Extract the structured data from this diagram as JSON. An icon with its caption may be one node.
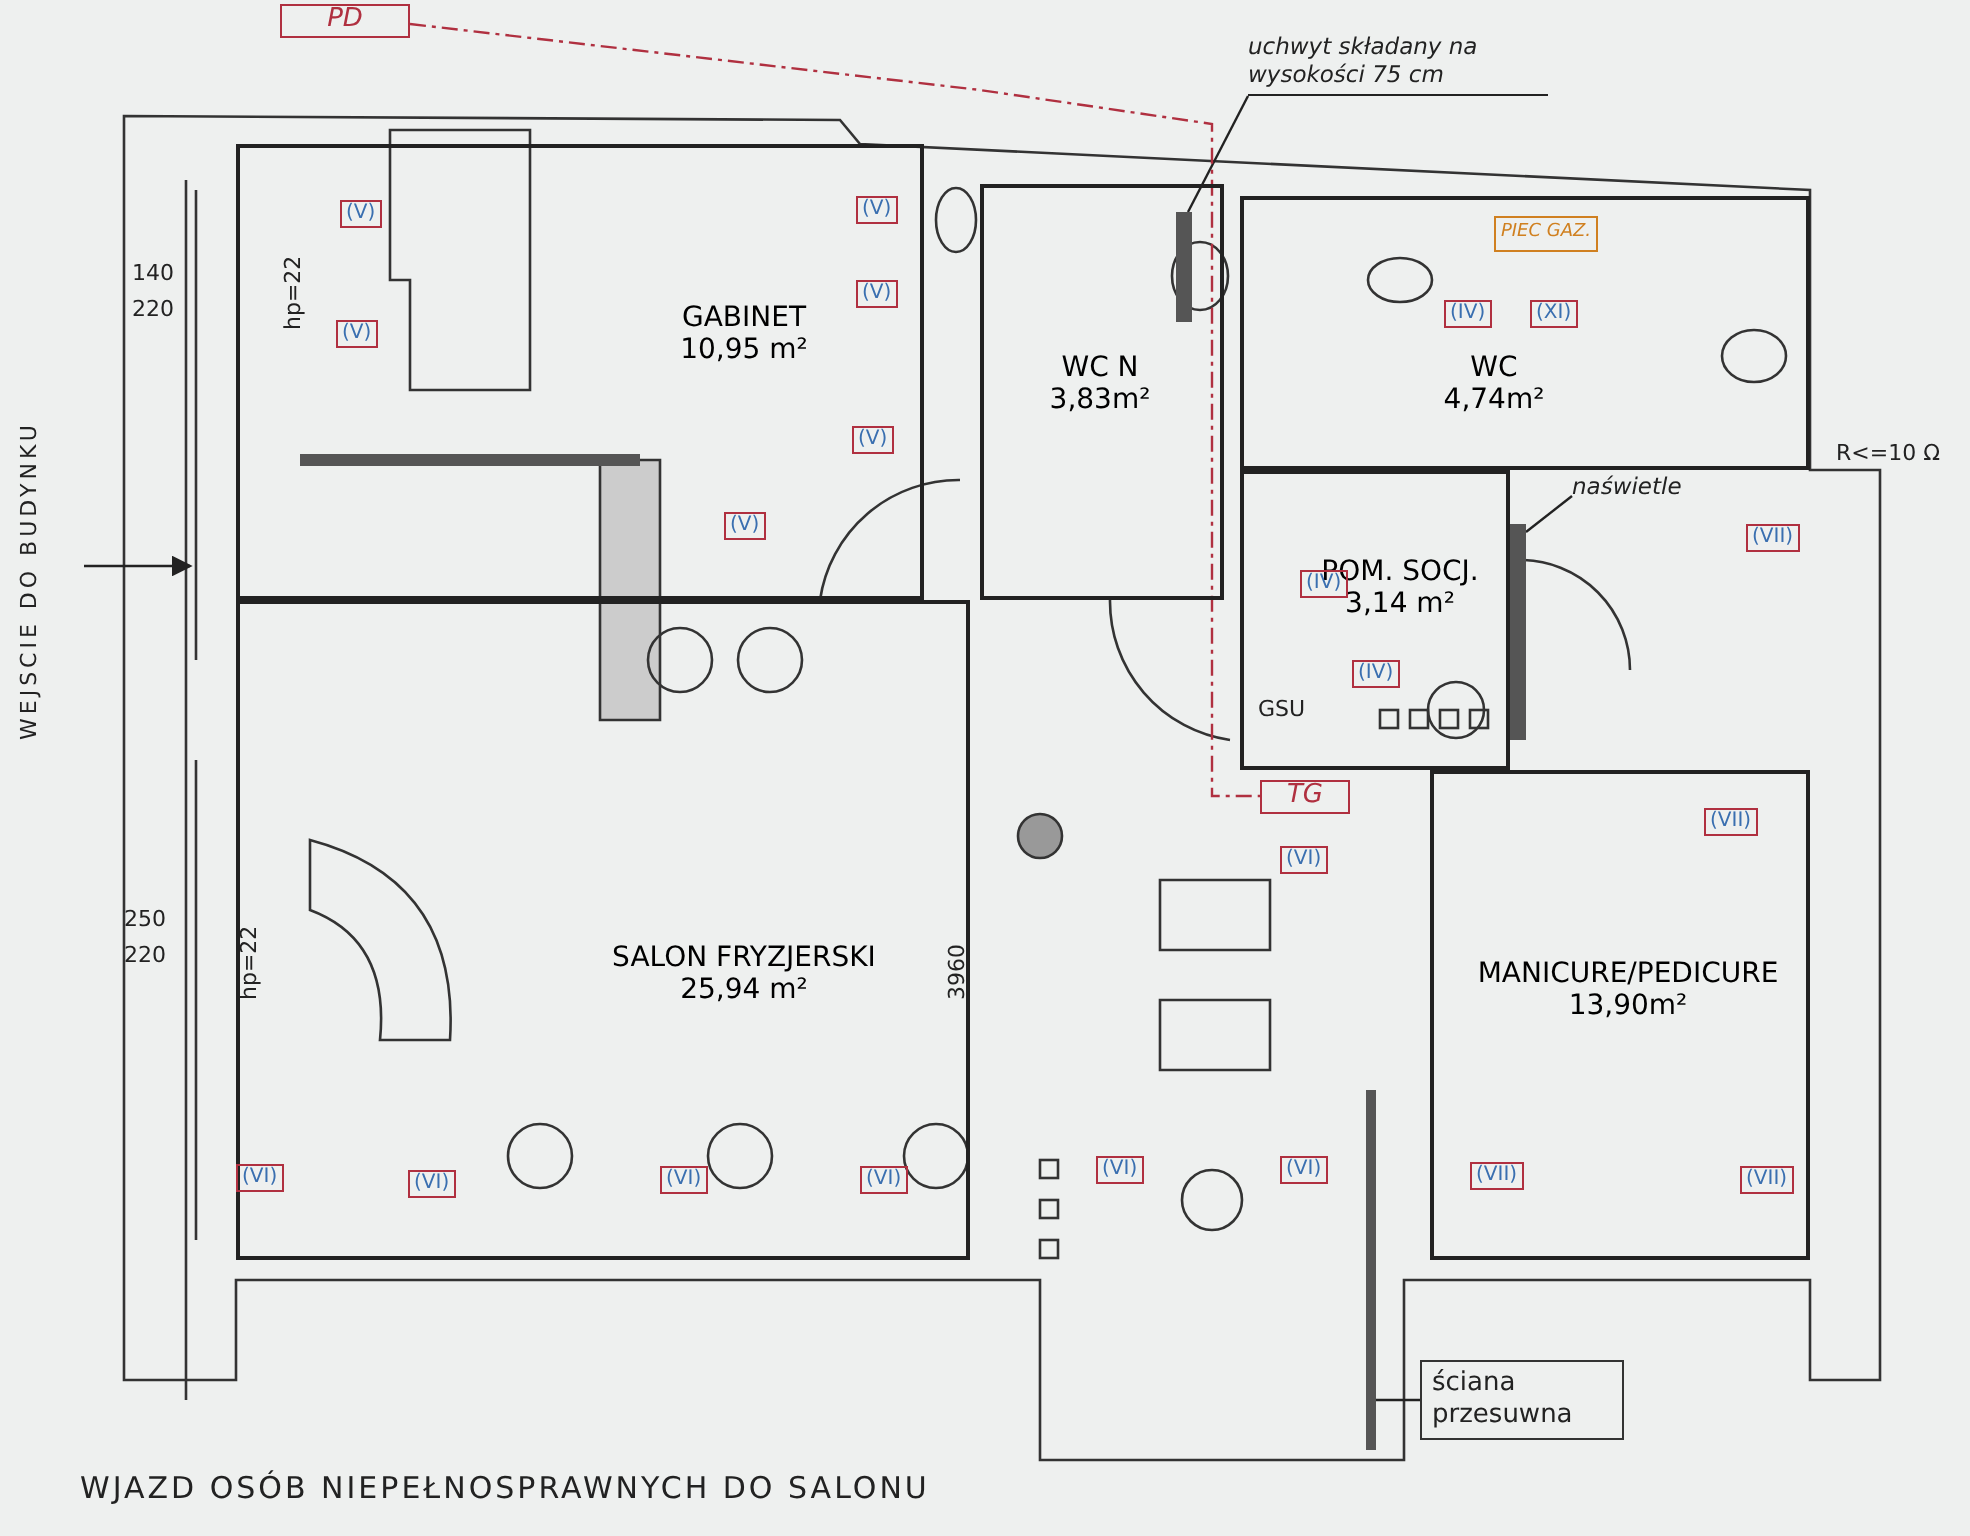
{
  "diagram": {
    "nodes": [
      {
        "text": [
          "GABINET",
          "10,95 m²"
        ]
      },
      {
        "text": [
          "WC N",
          "3,83m²"
        ]
      },
      {
        "text": [
          "WC",
          "4,74m²"
        ]
      },
      {
        "text": [
          "POM. SOCJ.",
          "3,14 m²"
        ]
      },
      {
        "text": [
          "SALON FRYZJERSKI",
          "25,94 m²"
        ]
      },
      {
        "text": [
          "MANICURE/PEDICURE",
          "13,90m²"
        ]
      },
      {
        "text": [
          "PD"
        ]
      },
      {
        "text": [
          "PIEC GAZ."
        ],
        "in": 2
      },
      {
        "text": [
          "TG"
        ]
      },
      {
        "text": [
          "uchwyt składany na wysokości 75 cm"
        ]
      },
      {
        "text": [],
        "shape": "bar",
        "in": 1
      },
      {
        "text": [
          "naświetle"
        ]
      },
      {
        "text": [],
        "shape": "bar"
      },
      {
        "text": [
          "ściana przesuwna"
        ]
      },
      {
        "text": [],
        "shape": "bar"
      }
    ],
    "edges": [
      {
        "from": 9,
        "to": 10,
        "arrow": "none"
      },
      {
        "from": 11,
        "to": 12,
        "arrow": "none"
      },
      {
        "from": 13,
        "to": 14,
        "arrow": "none"
      },
      {
        "from": 6,
        "to": 8,
        "arrow": "none",
        "style": "dashed",
        "color": "#b03040"
      }
    ],
    "labels": [
      "140",
      "220",
      "hp=22",
      "WEJSCIE DO BUDYNKU",
      "(V)",
      "(V)",
      "(V)",
      "(IV)",
      "(XI)",
      "(V)",
      "(V)",
      "R<=10 Ω",
      "(V)",
      "(VII)",
      "(IV)",
      "(IV)",
      "GSU",
      "(VII)",
      "(VI)",
      "250",
      "220",
      "hp=22",
      "3960",
      "(VI)",
      "(VI)",
      "(VI)",
      "(VI)",
      "(VI)",
      "(VI)",
      "(VII)",
      "(VII)",
      "WJAZD OSÓB NIEPEŁNOSPRAWNYCH DO SALONU"
    ]
  }
}
